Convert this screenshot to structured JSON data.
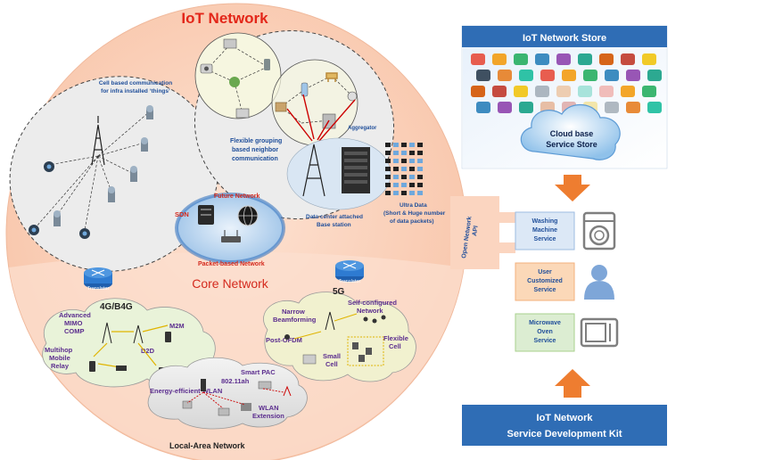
{
  "main_title": "IoT Network",
  "core": {
    "title": "Core Network",
    "sdn": "SDN",
    "future": "Future Network",
    "packet": "Packet-based Network"
  },
  "cell_area": {
    "caption_line1": "Cell based communication",
    "caption_line2": "for infra installed ‘things’"
  },
  "neighbor_area": {
    "caption_line1": "Flexible grouping",
    "caption_line2": "based neighbor",
    "caption_line3": "communication",
    "aggregator": "Aggregator",
    "datacenter_line1": "Data center attached",
    "datacenter_line2": "Base station"
  },
  "ultra_data": {
    "line1": "Ultra Data",
    "line2": "(Short & Huge number",
    "line3": "of data packets)"
  },
  "networks": {
    "g4": "4G/B4G",
    "g5": "5G",
    "local": "Local-Area  Network",
    "translator": "Translator"
  },
  "g4_labels": {
    "advanced": "Advanced",
    "mimo": "MIMO",
    "comp": "COMP",
    "multihop": "Multihop",
    "mobile": "Mobile",
    "relay": "Relay",
    "d2d": "D2D",
    "m2m": "M2M"
  },
  "g5_labels": {
    "narrow": "Narrow",
    "beamforming": "Beamforming",
    "selfconf1": "Self-configured",
    "selfconf2": "Network",
    "postofdm": "Post-OFDM",
    "small1": "Small",
    "small2": "Cell",
    "flexible1": "Flexible",
    "flexible2": "Cell"
  },
  "lan_labels": {
    "smartpac": "Smart PAC",
    "wifi": "802.11ah",
    "energy": "Energy-efficient WLAN",
    "wlan1": "WLAN",
    "wlan2": "Extension"
  },
  "api_label_line1": "Open Network",
  "api_label_line2": "API",
  "store": {
    "title": "IoT Network Store",
    "cloud_line1": "Cloud base",
    "cloud_line2": "Service Store"
  },
  "services": [
    {
      "line1": "Washing",
      "line2": "Machine",
      "line3": "Service",
      "icon": "washing-machine-icon"
    },
    {
      "line1": "User",
      "line2": "Customized",
      "line3": "Service",
      "icon": "user-icon"
    },
    {
      "line1": "Microwave",
      "line2": "Oven",
      "line3": "Service",
      "icon": "microwave-icon"
    }
  ],
  "sdk": {
    "line1": "IoT Network",
    "line2": "Service Development Kit"
  },
  "colors": {
    "circle_fill": "#fbd5c0",
    "title_red": "#e32619",
    "core_red": "#d42a1e",
    "store_blue": "#2f6db5",
    "arrow_orange": "#ee7d30",
    "service_blue": "#dce8f6",
    "service_orange": "#fbd8b8",
    "service_green": "#dcedd2"
  }
}
